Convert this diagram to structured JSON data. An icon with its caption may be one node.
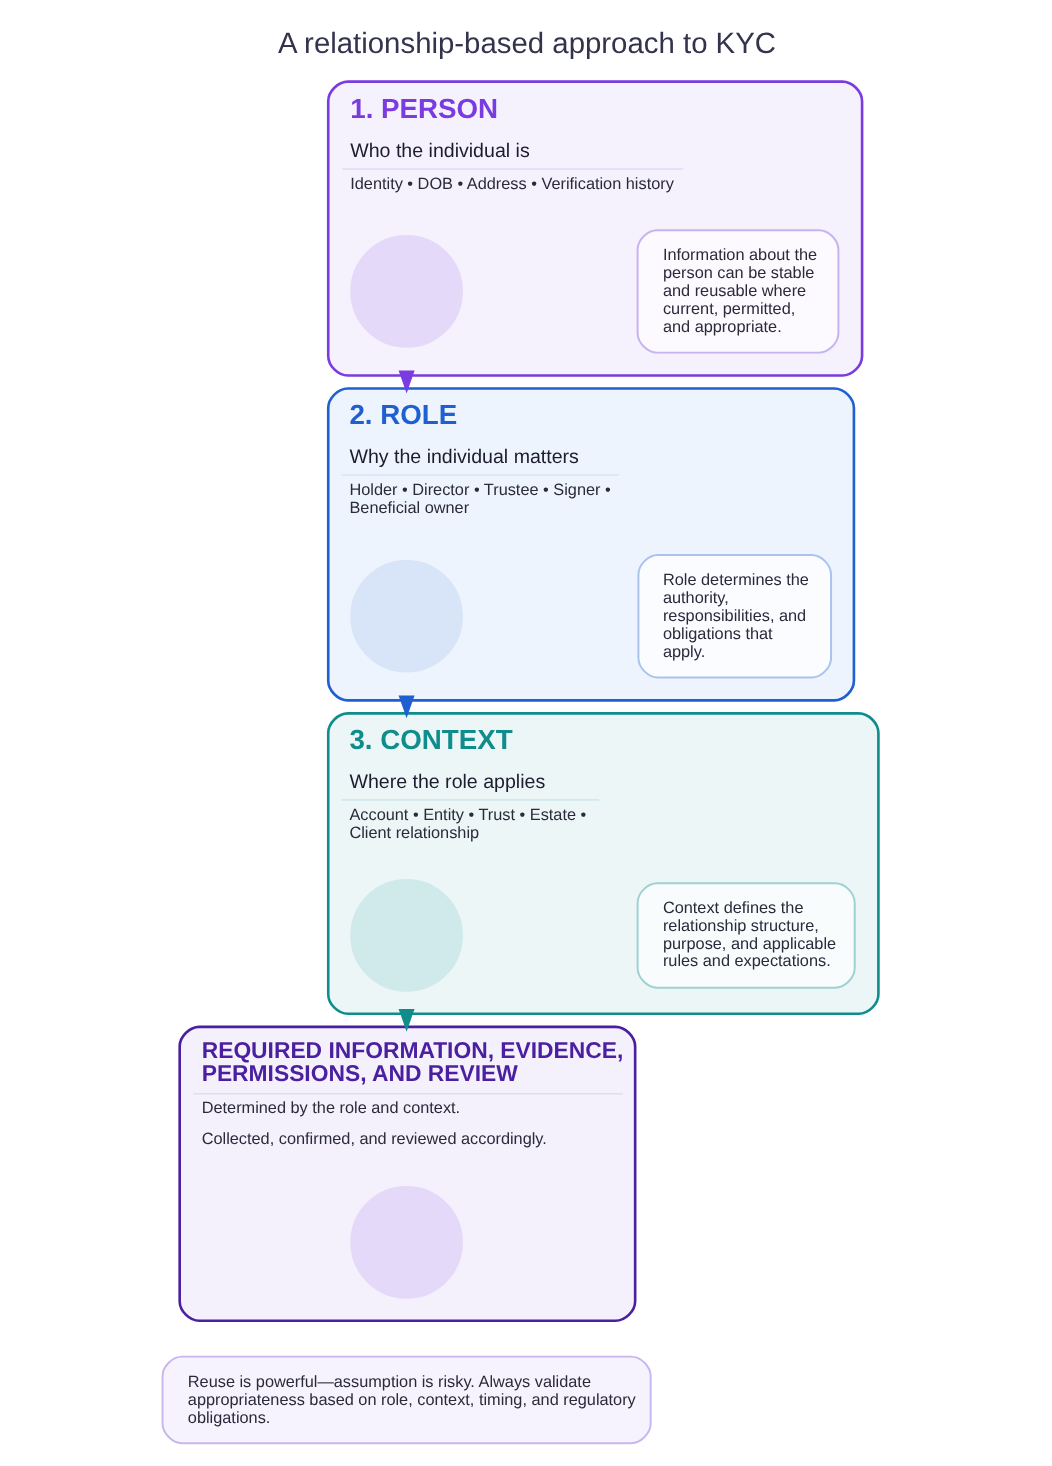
{
  "diagram": {
    "title": "A relationship-based approach to KYC",
    "nodes": [
      {
        "text": [
          "1. PERSON",
          "Who the individual is",
          "Identity • DOB • Address • Verification history"
        ]
      },
      {
        "text": [],
        "shape": "circle",
        "in": 0
      },
      {
        "text": [
          "Information about the person can be stable and reusable where current, permitted, and appropriate."
        ],
        "in": 0
      },
      {
        "text": [
          "2. ROLE",
          "Why the individual matters",
          "Holder • Director • Trustee • Signer • Beneficial owner"
        ]
      },
      {
        "text": [],
        "shape": "circle",
        "in": 3
      },
      {
        "text": [
          "Role determines the authority, responsibilities, and obligations that apply."
        ],
        "in": 3
      },
      {
        "text": [
          "3. CONTEXT",
          "Where the role applies",
          "Account • Entity • Trust • Estate • Client relationship"
        ]
      },
      {
        "text": [],
        "shape": "circle",
        "in": 6
      },
      {
        "text": [
          "Context defines the relationship structure, purpose, and applicable rules and expectations."
        ],
        "in": 6
      },
      {
        "text": [
          "REQUIRED INFORMATION, EVIDENCE, PERMISSIONS, AND REVIEW",
          "Determined by the role and context.",
          "Collected, confirmed, and reviewed accordingly."
        ]
      },
      {
        "text": [],
        "shape": "circle",
        "in": 9
      },
      {
        "text": [
          "Reuse is powerful—assumption is risky. Always validate appropriateness based on role, context, timing, and regulatory obligations."
        ]
      }
    ],
    "edges": [
      {
        "from": 0,
        "to": 3,
        "arrow": "to",
        "color": "#7a3be0"
      },
      {
        "from": 3,
        "to": 6,
        "arrow": "to",
        "color": "#1f5fd0"
      },
      {
        "from": 6,
        "to": 9,
        "arrow": "to",
        "color": "#0f8c8c"
      }
    ]
  }
}
